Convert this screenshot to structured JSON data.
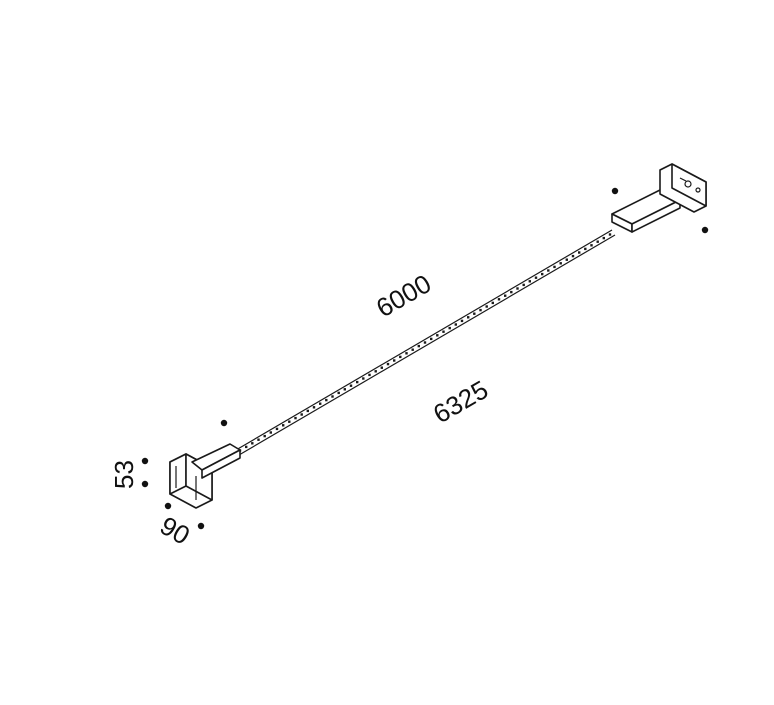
{
  "dimensions": {
    "length_inner": "6000",
    "length_outer": "6325",
    "height": "53",
    "width": "90"
  },
  "colors": {
    "line": "#1a1a1a",
    "background": "#ffffff"
  }
}
